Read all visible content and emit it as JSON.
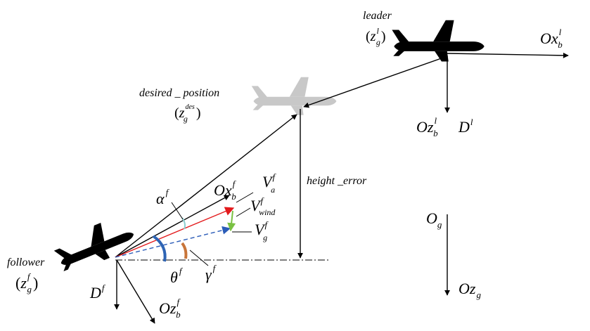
{
  "colors": {
    "ink": "#000000",
    "ghost_plane": "#c8c8c8",
    "airspeed": "#e31a1c",
    "ground_velocity": "#2b5cb8",
    "wind": "#7ac143",
    "theta_arc": "#2e64b4",
    "gamma_arc": "#c8753a",
    "alpha_arc": "#8ccfd0"
  },
  "leader": {
    "name": "leader",
    "state": {
      "open": "(",
      "sym": "z",
      "sub": "g",
      "sup": "l",
      "close": ")"
    },
    "x_axis": {
      "sym": "Ox",
      "sub": "b",
      "sup": "l"
    },
    "z_axis": {
      "sym": "Oz",
      "sub": "b",
      "sup": "l"
    },
    "drag": {
      "sym": "D",
      "sup": "l"
    }
  },
  "desired": {
    "name": "desired _ position",
    "state": {
      "open": "(",
      "sym": "z",
      "sub": "g",
      "sup": "des",
      "close": ")"
    }
  },
  "height_error": {
    "label": "height _error"
  },
  "ground_frame": {
    "origin": {
      "sym": "O",
      "sub": "g"
    },
    "z_axis": {
      "sym": "Oz",
      "sub": "g"
    }
  },
  "follower": {
    "name": "follower",
    "state": {
      "open": "(",
      "sym": "z",
      "sub": "g",
      "sup": "f",
      "close": ")"
    },
    "x_axis": {
      "sym": "Ox",
      "sub": "b",
      "sup": "f"
    },
    "z_axis": {
      "sym": "Oz",
      "sub": "b",
      "sup": "f"
    },
    "drag": {
      "sym": "D",
      "sup": "f"
    },
    "alpha": {
      "sym": "α",
      "sup": "f"
    },
    "theta": {
      "sym": "θ",
      "sup": "f"
    },
    "gamma": {
      "sym": "γ",
      "sup": "f"
    },
    "airspeed": {
      "sym": "V",
      "sub": "a",
      "sup": "f"
    },
    "wind": {
      "sym": "V",
      "sub": "wind",
      "sup": "f"
    },
    "ground_velocity": {
      "sym": "V",
      "sub": "g",
      "sup": "f"
    }
  }
}
